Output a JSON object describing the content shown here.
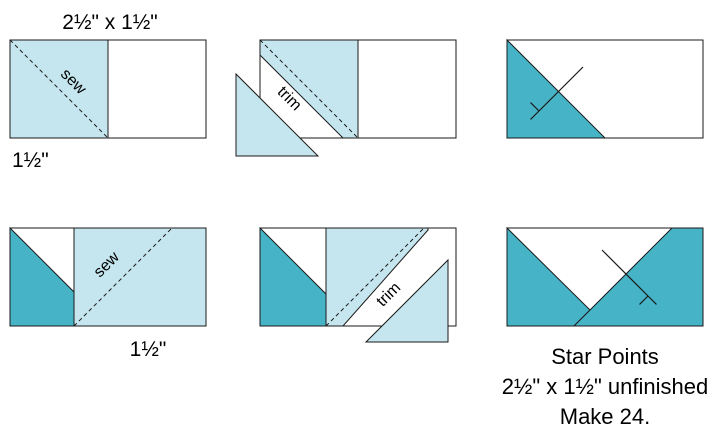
{
  "labels": {
    "top_size": "2½\" x 1½\"",
    "left_size": "1½\"",
    "bottom_size": "1½\"",
    "sew_1": "sew",
    "sew_2": "sew",
    "trim_1": "trim",
    "trim_2": "trim"
  },
  "caption": {
    "line1": "Star Points",
    "line2": "2½\" x 1½\" unfinished",
    "line3": "Make 24."
  },
  "colors": {
    "light_fabric": "#c5e6ee",
    "dark_fabric": "#46b4c6",
    "background_fabric": "#ffffff",
    "outline": "#1a1a1a"
  }
}
